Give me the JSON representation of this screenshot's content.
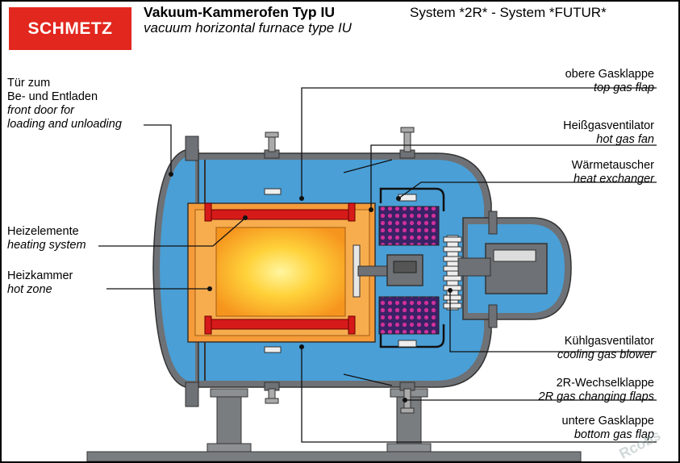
{
  "logo": {
    "text": "SCHMETZ"
  },
  "title": {
    "de": "Vakuum-Kammerofen Typ IU",
    "en": "vacuum horizontal furnace type IU",
    "system": "System *2R* - System *FUTUR*"
  },
  "labels": {
    "door": {
      "de": "Tür zum",
      "de2": "Be- und Entladen",
      "en": "front door for",
      "en2": "loading and unloading"
    },
    "heating": {
      "de": "Heizelemente",
      "en": "heating system"
    },
    "hotzone": {
      "de": "Heizkammer",
      "en": "hot zone"
    },
    "topflap": {
      "de": "obere Gasklappe",
      "en": "top gas flap"
    },
    "hotfan": {
      "de": "Heißgasventilator",
      "en": "hot gas fan"
    },
    "exchanger": {
      "de": "Wärmetauscher",
      "en": "heat exchanger"
    },
    "blower": {
      "de": "Kühlgasventilator",
      "en": "cooling gas blower"
    },
    "changing": {
      "de": "2R-Wechselklappe",
      "en": "2R gas changing flaps"
    },
    "bottomflap": {
      "de": "untere Gasklappe",
      "en": "bottom gas flap"
    }
  },
  "watermark": "Rcobs",
  "colors": {
    "brand_red": "#e2271e",
    "vessel_blue": "#4a9fd6",
    "shell_grey": "#6e7175",
    "hotzone_orange": "#f59b3a",
    "core_yellow": "#ffe040",
    "heater_red": "#d61a1a",
    "exchanger_purple": "#4b2b7a"
  }
}
